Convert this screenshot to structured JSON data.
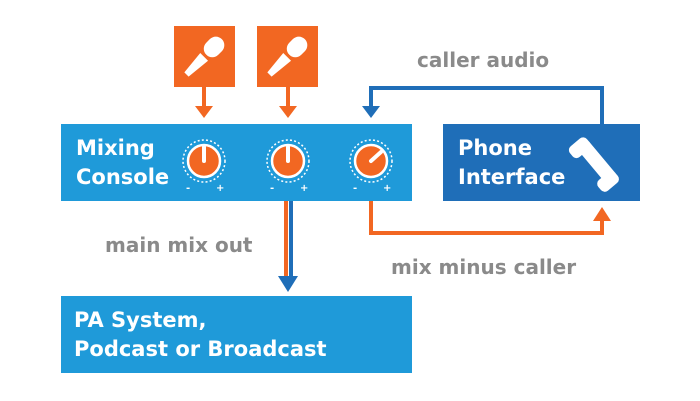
{
  "diagram": {
    "mixing_console": {
      "line1": "Mixing",
      "line2": "Console"
    },
    "phone_interface": {
      "line1": "Phone",
      "line2": "Interface"
    },
    "pa_system": {
      "line1": "PA System,",
      "line2": "Podcast or Broadcast"
    },
    "labels": {
      "caller_audio": "caller audio",
      "main_mix_out": "main mix out",
      "mix_minus_caller": "mix minus caller"
    },
    "knobs": [
      {
        "minus": "-",
        "plus": "+"
      },
      {
        "minus": "-",
        "plus": "+"
      },
      {
        "minus": "-",
        "plus": "+"
      }
    ],
    "icons": [
      "microphone-icon",
      "microphone-icon",
      "phone-handset-icon",
      "knob-icon"
    ],
    "colors": {
      "light_blue": "#1f9ad9",
      "dark_blue": "#1f6eb8",
      "orange": "#f26722",
      "gray_text": "#8a8a8a"
    }
  }
}
